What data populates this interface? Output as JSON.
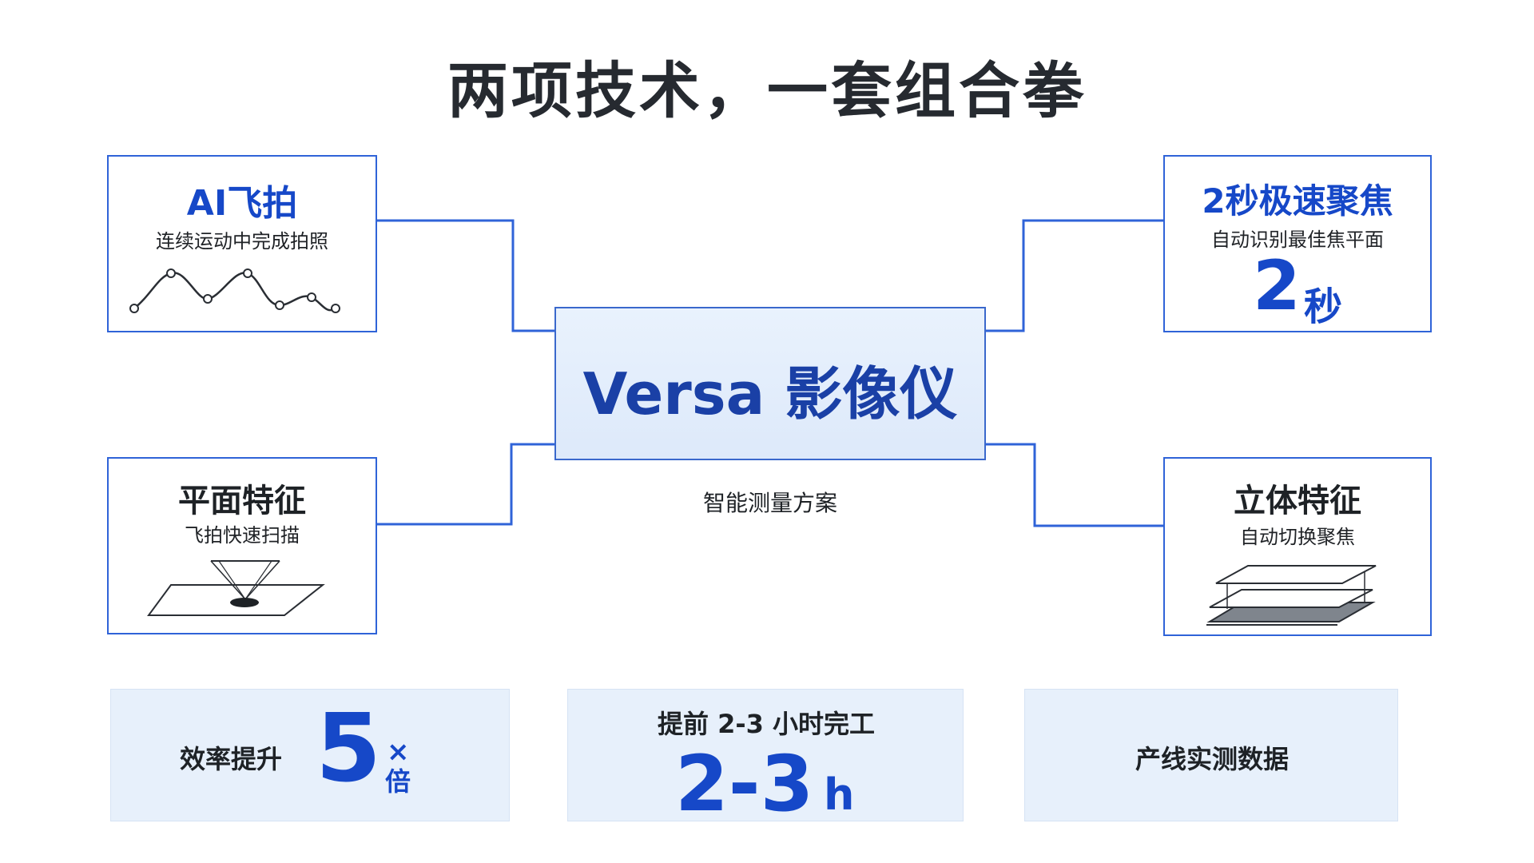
{
  "title": "两项技术，一套组合拳",
  "center": {
    "title": "Versa 影像仪",
    "caption": "智能测量方案"
  },
  "cards": {
    "ai_flyshot": {
      "title": "AI飞拍",
      "subtitle": "连续运动中完成拍照"
    },
    "fast_focus": {
      "title": "2秒极速聚焦",
      "subtitle": "自动识别最佳焦平面",
      "value": "2",
      "unit": "秒"
    },
    "planar": {
      "title": "平面特征",
      "subtitle": "飞拍快速扫描"
    },
    "stereo": {
      "title": "立体特征",
      "subtitle": "自动切换聚焦"
    }
  },
  "stats": {
    "efficiency": {
      "label": "效率提升",
      "value": "5",
      "unit_top": "×",
      "unit_bottom": "倍"
    },
    "ahead": {
      "label": "提前 2-3 小时完工",
      "value": "2-3",
      "unit": "h"
    },
    "source": {
      "label": "产线实测数据"
    }
  },
  "colors": {
    "accent_blue": "#1648c8",
    "border_blue": "#2f63d8",
    "panel_fill": "#e7f0fb",
    "title_dark": "#262a30"
  }
}
